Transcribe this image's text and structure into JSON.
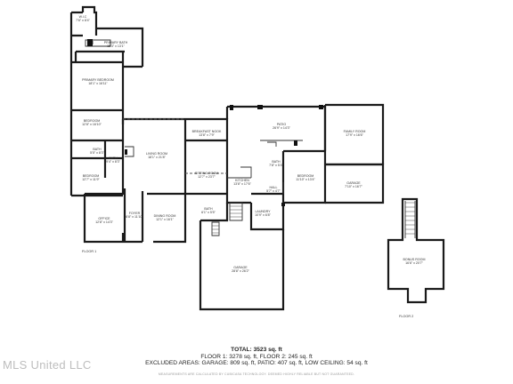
{
  "rooms": [
    {
      "id": "wic",
      "name": "W.I.C",
      "dim": "7'6\" x 8'4\""
    },
    {
      "id": "primary-bath",
      "name": "PRIMARY BATH",
      "dim": "15'3\" x 13'1\""
    },
    {
      "id": "primary-bedroom",
      "name": "PRIMARY BEDROOM",
      "dim": "18'1\" x 16'11\""
    },
    {
      "id": "bedroom-1",
      "name": "BEDROOM",
      "dim": "12'8\" x 16'10\""
    },
    {
      "id": "bath-1",
      "name": "BATH",
      "dim": "5'5\" x 8'3\""
    },
    {
      "id": "bath-2",
      "name": "BATH",
      "dim": "9'4\" x 8'3\""
    },
    {
      "id": "bedroom-2",
      "name": "BEDROOM",
      "dim": "12'7\" x 11'9\""
    },
    {
      "id": "living-room",
      "name": "LIVING ROOM",
      "dim": "18'1\" x 21'8\""
    },
    {
      "id": "breakfast-nook",
      "name": "BREAKFAST NOOK",
      "dim": "13'8\" x 7'9\""
    },
    {
      "id": "patio",
      "name": "PATIO",
      "dim": "26'9\" x 14'3\""
    },
    {
      "id": "family-room",
      "name": "FAMILY ROOM",
      "dim": "17'9\" x 16'6\""
    },
    {
      "id": "sitting-room",
      "name": "SITTING ROOM",
      "dim": "12'7\" x 23'7\""
    },
    {
      "id": "bath-3",
      "name": "BATH",
      "dim": "7'8\" x 5'4\""
    },
    {
      "id": "kitchen",
      "name": "KITCHEN",
      "dim": "13'8\" x 17'6\""
    },
    {
      "id": "bedroom-3",
      "name": "BEDROOM",
      "dim": "11'10\" x 13'4\""
    },
    {
      "id": "garage-1",
      "name": "GARAGE",
      "dim": "7'10\" x 16'7\""
    },
    {
      "id": "hall",
      "name": "HALL",
      "dim": "5'7\" x 4'7\""
    },
    {
      "id": "bath-4",
      "name": "BATH",
      "dim": "6'1\" x 5'5\""
    },
    {
      "id": "laundry",
      "name": "LAUNDRY",
      "dim": "10'9\" x 6'8\""
    },
    {
      "id": "office",
      "name": "OFFICE",
      "dim": "12'8\" x 14'3\""
    },
    {
      "id": "foyer",
      "name": "FOYER",
      "dim": "6'8\" x 11'10\""
    },
    {
      "id": "dining-room",
      "name": "DINING ROOM",
      "dim": "12'1\" x 16'1\""
    },
    {
      "id": "garage-2",
      "name": "GARAGE",
      "dim": "28'8\" x 26'2\""
    },
    {
      "id": "bonus-room",
      "name": "BONUS ROOM",
      "dim": "16'6\" x 20'7\""
    }
  ],
  "floor_labels": {
    "floor1": "FLOOR 1",
    "floor2": "FLOOR 2"
  },
  "summary": {
    "total": "TOTAL: 3523 sq. ft",
    "floors": "FLOOR 1: 3278 sq. ft, FLOOR 2: 245 sq. ft",
    "excluded": "EXCLUDED AREAS: GARAGE: 809 sq. ft, PATIO: 407 sq. ft, LOW CEILING: 54 sq. ft"
  },
  "disclaimer": "MEASUREMENTS ARE CALCULATED BY CUBICASA TECHNOLOGY. DEEMED HIGHLY RELIABLE BUT NOT GUARANTEED.",
  "watermark": "MLS United LLC",
  "colors": {
    "wall": "#1a1a1a",
    "label": "#333333",
    "watermark": "#bdbdbd",
    "disclaimer": "#9a9a9a"
  }
}
